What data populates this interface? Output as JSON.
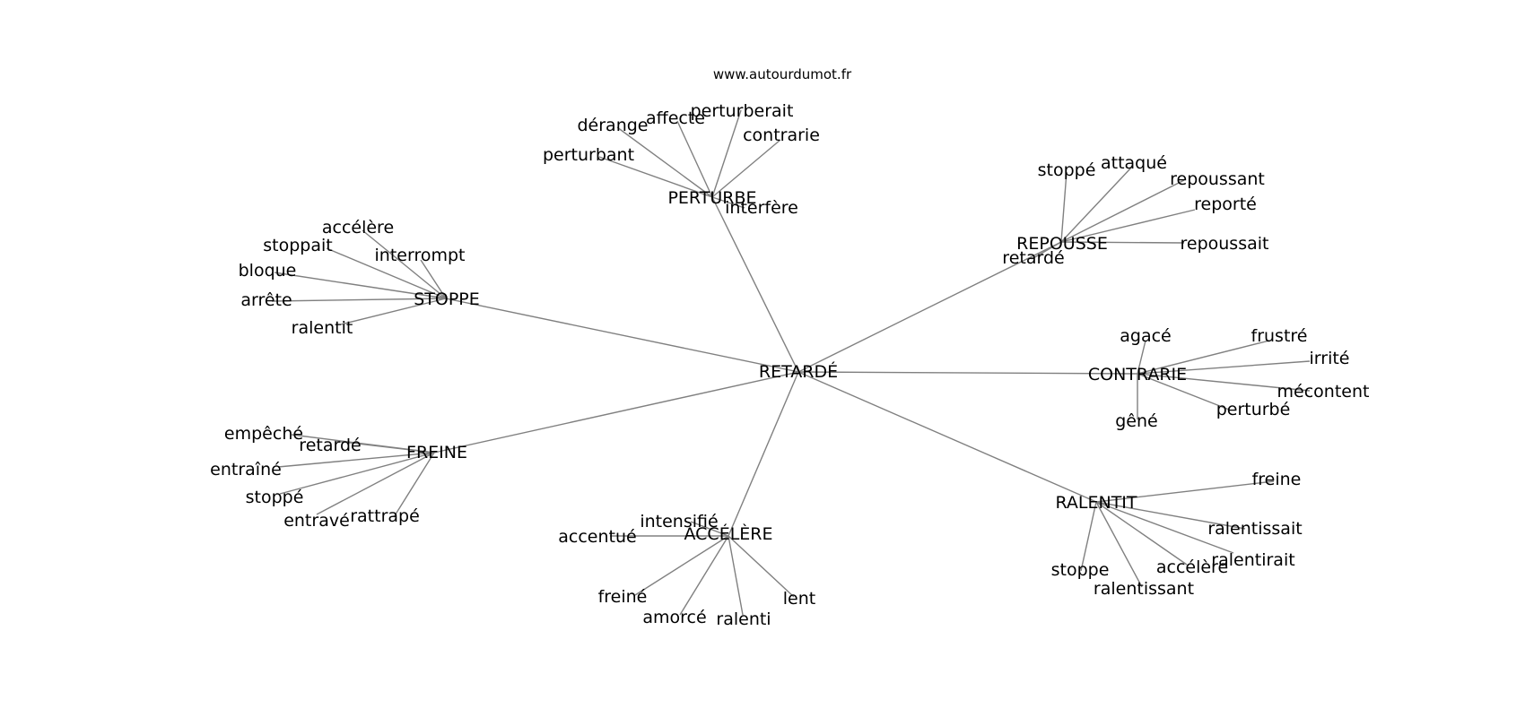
{
  "site": "www.autourdumot.fr",
  "colors": {
    "edge": "#808080",
    "text": "#000000",
    "background": "#ffffff"
  },
  "center": "RETARDÉ",
  "clusters": [
    {
      "id": "perturbe",
      "label": "PERTURBE",
      "words": [
        "dérange",
        "affecte",
        "perturberait",
        "contrarie",
        "perturbant",
        "interfère"
      ]
    },
    {
      "id": "repousse",
      "label": "REPOUSSE",
      "words": [
        "stoppé",
        "attaqué",
        "repoussant",
        "reporté",
        "repoussait",
        "retardé"
      ]
    },
    {
      "id": "stoppe",
      "label": "STOPPE",
      "words": [
        "accélère",
        "stoppait",
        "interrompt",
        "bloque",
        "arrête",
        "ralentit"
      ]
    },
    {
      "id": "contrarie",
      "label": "CONTRARIE",
      "words": [
        "agacé",
        "frustré",
        "irrité",
        "mécontent",
        "perturbé",
        "gêné"
      ]
    },
    {
      "id": "freine",
      "label": "FREINE",
      "words": [
        "empêché",
        "retardé",
        "entraîné",
        "stoppé",
        "entravé",
        "rattrapé"
      ]
    },
    {
      "id": "accelere",
      "label": "ACCÉLÈRE",
      "words": [
        "intensifié",
        "accentué",
        "freiné",
        "amorcé",
        "ralenti",
        "lent"
      ]
    },
    {
      "id": "ralentit",
      "label": "RALENTIT",
      "words": [
        "freine",
        "ralentissait",
        "ralentirait",
        "accélère",
        "stoppe",
        "ralentissant"
      ]
    }
  ]
}
